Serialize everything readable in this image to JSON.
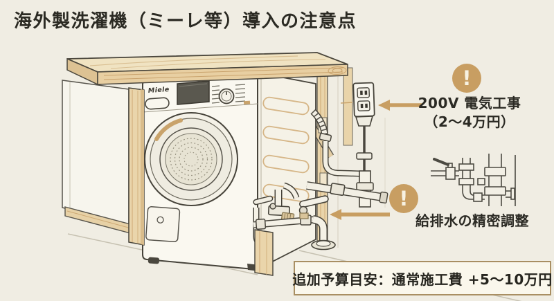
{
  "title": "海外製洗濯機（ミーレ等）導入の注意点",
  "machine": {
    "brand": "Miele"
  },
  "icons": {
    "exclamation": "!"
  },
  "annotations": {
    "electrical": {
      "line1": "200V 電気工事",
      "line2": "（2〜4万円）"
    },
    "plumbing": {
      "label": "給排水の精密調整"
    }
  },
  "budget": {
    "label": "追加予算目安：通常施工費 +5〜10万円"
  },
  "colors": {
    "background": "#f0ede3",
    "ink": "#2b2a23",
    "accent": "#c89e62",
    "outline": "#46433a",
    "wood": "#ead5ab",
    "wood_grain": "#c9a26c",
    "machine_body": "#faf8f0",
    "box_background": "#faf7ec",
    "box_border": "#a98f63"
  }
}
